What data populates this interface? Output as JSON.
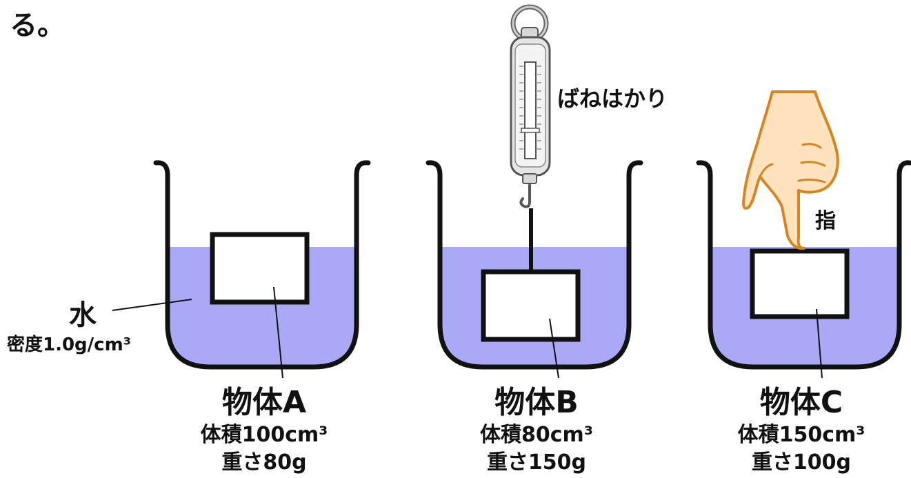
{
  "header_text": "る。",
  "water": {
    "label": "水",
    "density": "密度1.0g/cm³"
  },
  "spring_scale_label": "ばねはかり",
  "finger_label": "指",
  "objects": [
    {
      "name": "物体A",
      "volume": "体積100cm³",
      "weight": "重さ80g"
    },
    {
      "name": "物体B",
      "volume": "体積80cm³",
      "weight": "重さ150g"
    },
    {
      "name": "物体C",
      "volume": "体積150cm³",
      "weight": "重さ100g"
    }
  ],
  "colors": {
    "water": "#a9a9f5",
    "outline": "#111111",
    "finger": "#ffe3bf",
    "finger_outline": "#d9851f",
    "scale_body": "#e6e6e6"
  }
}
